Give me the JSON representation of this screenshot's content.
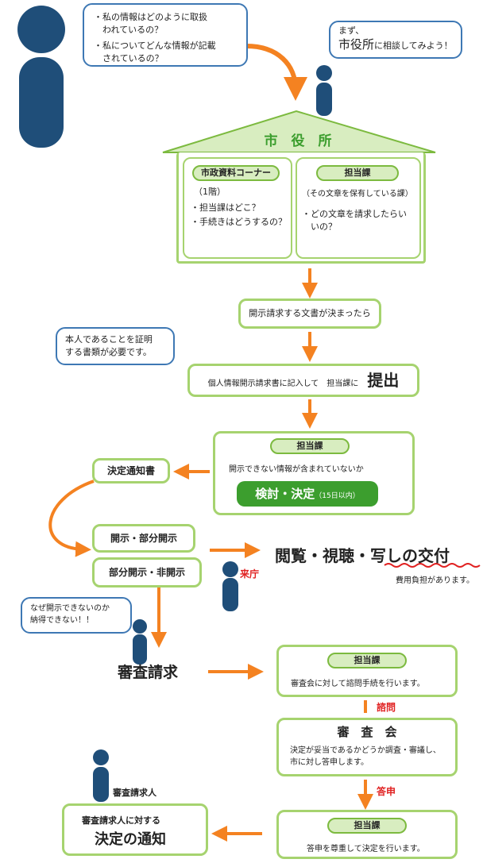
{
  "colors": {
    "person": "#1f4e79",
    "green_border": "#a6d36f",
    "green_dark": "#3c9e2e",
    "pill_fill": "#d8edc0",
    "arrow": "#f48221",
    "red": "#e02020",
    "bubble_border": "#3e78b4"
  },
  "top_bubble": {
    "line1": "・私の情報はどのように取扱",
    "line2": "　われているの？",
    "line3": "・私についてどんな情報が記載",
    "line4": "　されているの？"
  },
  "consult_bubble": {
    "line1": "まず、",
    "line2_big": "市役所",
    "line2_small": "に相談してみよう！"
  },
  "city_hall": {
    "title": "市　役　所",
    "corner": {
      "pill": "市政資料コーナー",
      "floor": "（1階）",
      "item1": "・担当課はどこ？",
      "item2": "・手続きはどうするの？"
    },
    "dept": {
      "pill": "担当課",
      "sub": "（その文章を保有している課）",
      "item1": "・どの文章を請求したらい",
      "item2": "　いの？"
    }
  },
  "step_decided": "開示請求する文書が決まったら",
  "id_bubble": {
    "line1": "本人であることを証明",
    "line2": "する書類が必要です。"
  },
  "submit": {
    "text": "個人情報開示請求書に記入して　担当課に",
    "big": "提出"
  },
  "review": {
    "pill": "担当課",
    "text": "開示できない情報が含まれていないか",
    "big": "検討・決定",
    "small": "（15日以内）"
  },
  "notice": "決定通知書",
  "disclose": "開示・部分開示",
  "nondisclose": "部分開示・非開示",
  "visit": "来庁",
  "delivery": {
    "big": "閲覧・視聴・写しの交付",
    "note": "費用負担があります。"
  },
  "dissatisfied": {
    "line1": "なぜ開示できないのか",
    "line2": "納得できない！！"
  },
  "appeal": "審査請求",
  "dept_inquiry": {
    "pill": "担当課",
    "text": "審査会に対して諮問手続を行います。"
  },
  "inquiry_label": "諮問",
  "council": {
    "title": "審　査　会",
    "line1": "決定が妥当であるかどうか調査・審議し、",
    "line2": "市に対し答申します。"
  },
  "report_label": "答申",
  "dept_decide": {
    "pill": "担当課",
    "text": "答申を尊重して決定を行います。"
  },
  "appellant": "審査請求人",
  "final": {
    "line1": "審査請求人に対する",
    "line2": "決定の通知"
  }
}
